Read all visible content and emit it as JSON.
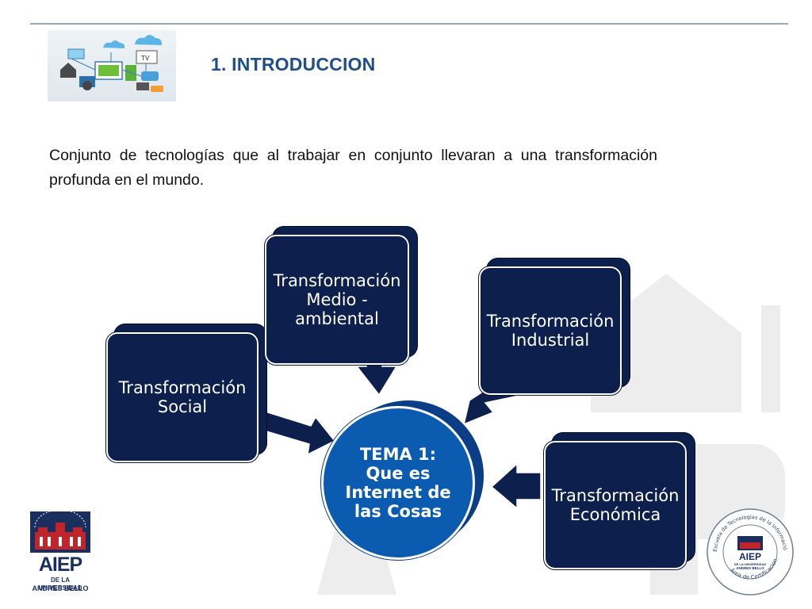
{
  "slide": {
    "title": "1. INTRODUCCION",
    "intro_text": "Conjunto de tecnologías que al trabajar en conjunto llevaran a una transformación profunda en el mundo."
  },
  "diagram": {
    "center": {
      "line1": "TEMA 1:",
      "line2": "Que es",
      "line3": "Internet de",
      "line4": "las Cosas"
    },
    "boxes": {
      "social": {
        "line1": "Transformación",
        "line2": "Social"
      },
      "medio_ambiental": {
        "line1": "Transformación",
        "line2": "Medio -",
        "line3": "ambiental"
      },
      "industrial": {
        "line1": "Transformación",
        "line2": "Industrial"
      },
      "economica": {
        "line1": "Transformación",
        "line2": "Económica"
      }
    }
  },
  "branding": {
    "logo_text": "AIEP",
    "logo_sub1": "DE LA UNIVERSIDAD",
    "logo_sub2": "ANDRES BELLO",
    "seal_logo": "AIEP",
    "seal_sub1": "DE LA UNIVERSIDAD",
    "seal_sub2": "ANDRES BELLO",
    "seal_ring_text": "Escuela de Tecnologías de la Información y Comunicaciones AIEP",
    "seal_bottom_text": "Área de Certificaciones"
  },
  "colors": {
    "title": "#1f4e8c",
    "box_fill": "#0c1f4d",
    "circle_fill": "#0b5cb0",
    "logo_red": "#c0252b",
    "logo_navy": "#1b2f5e"
  }
}
